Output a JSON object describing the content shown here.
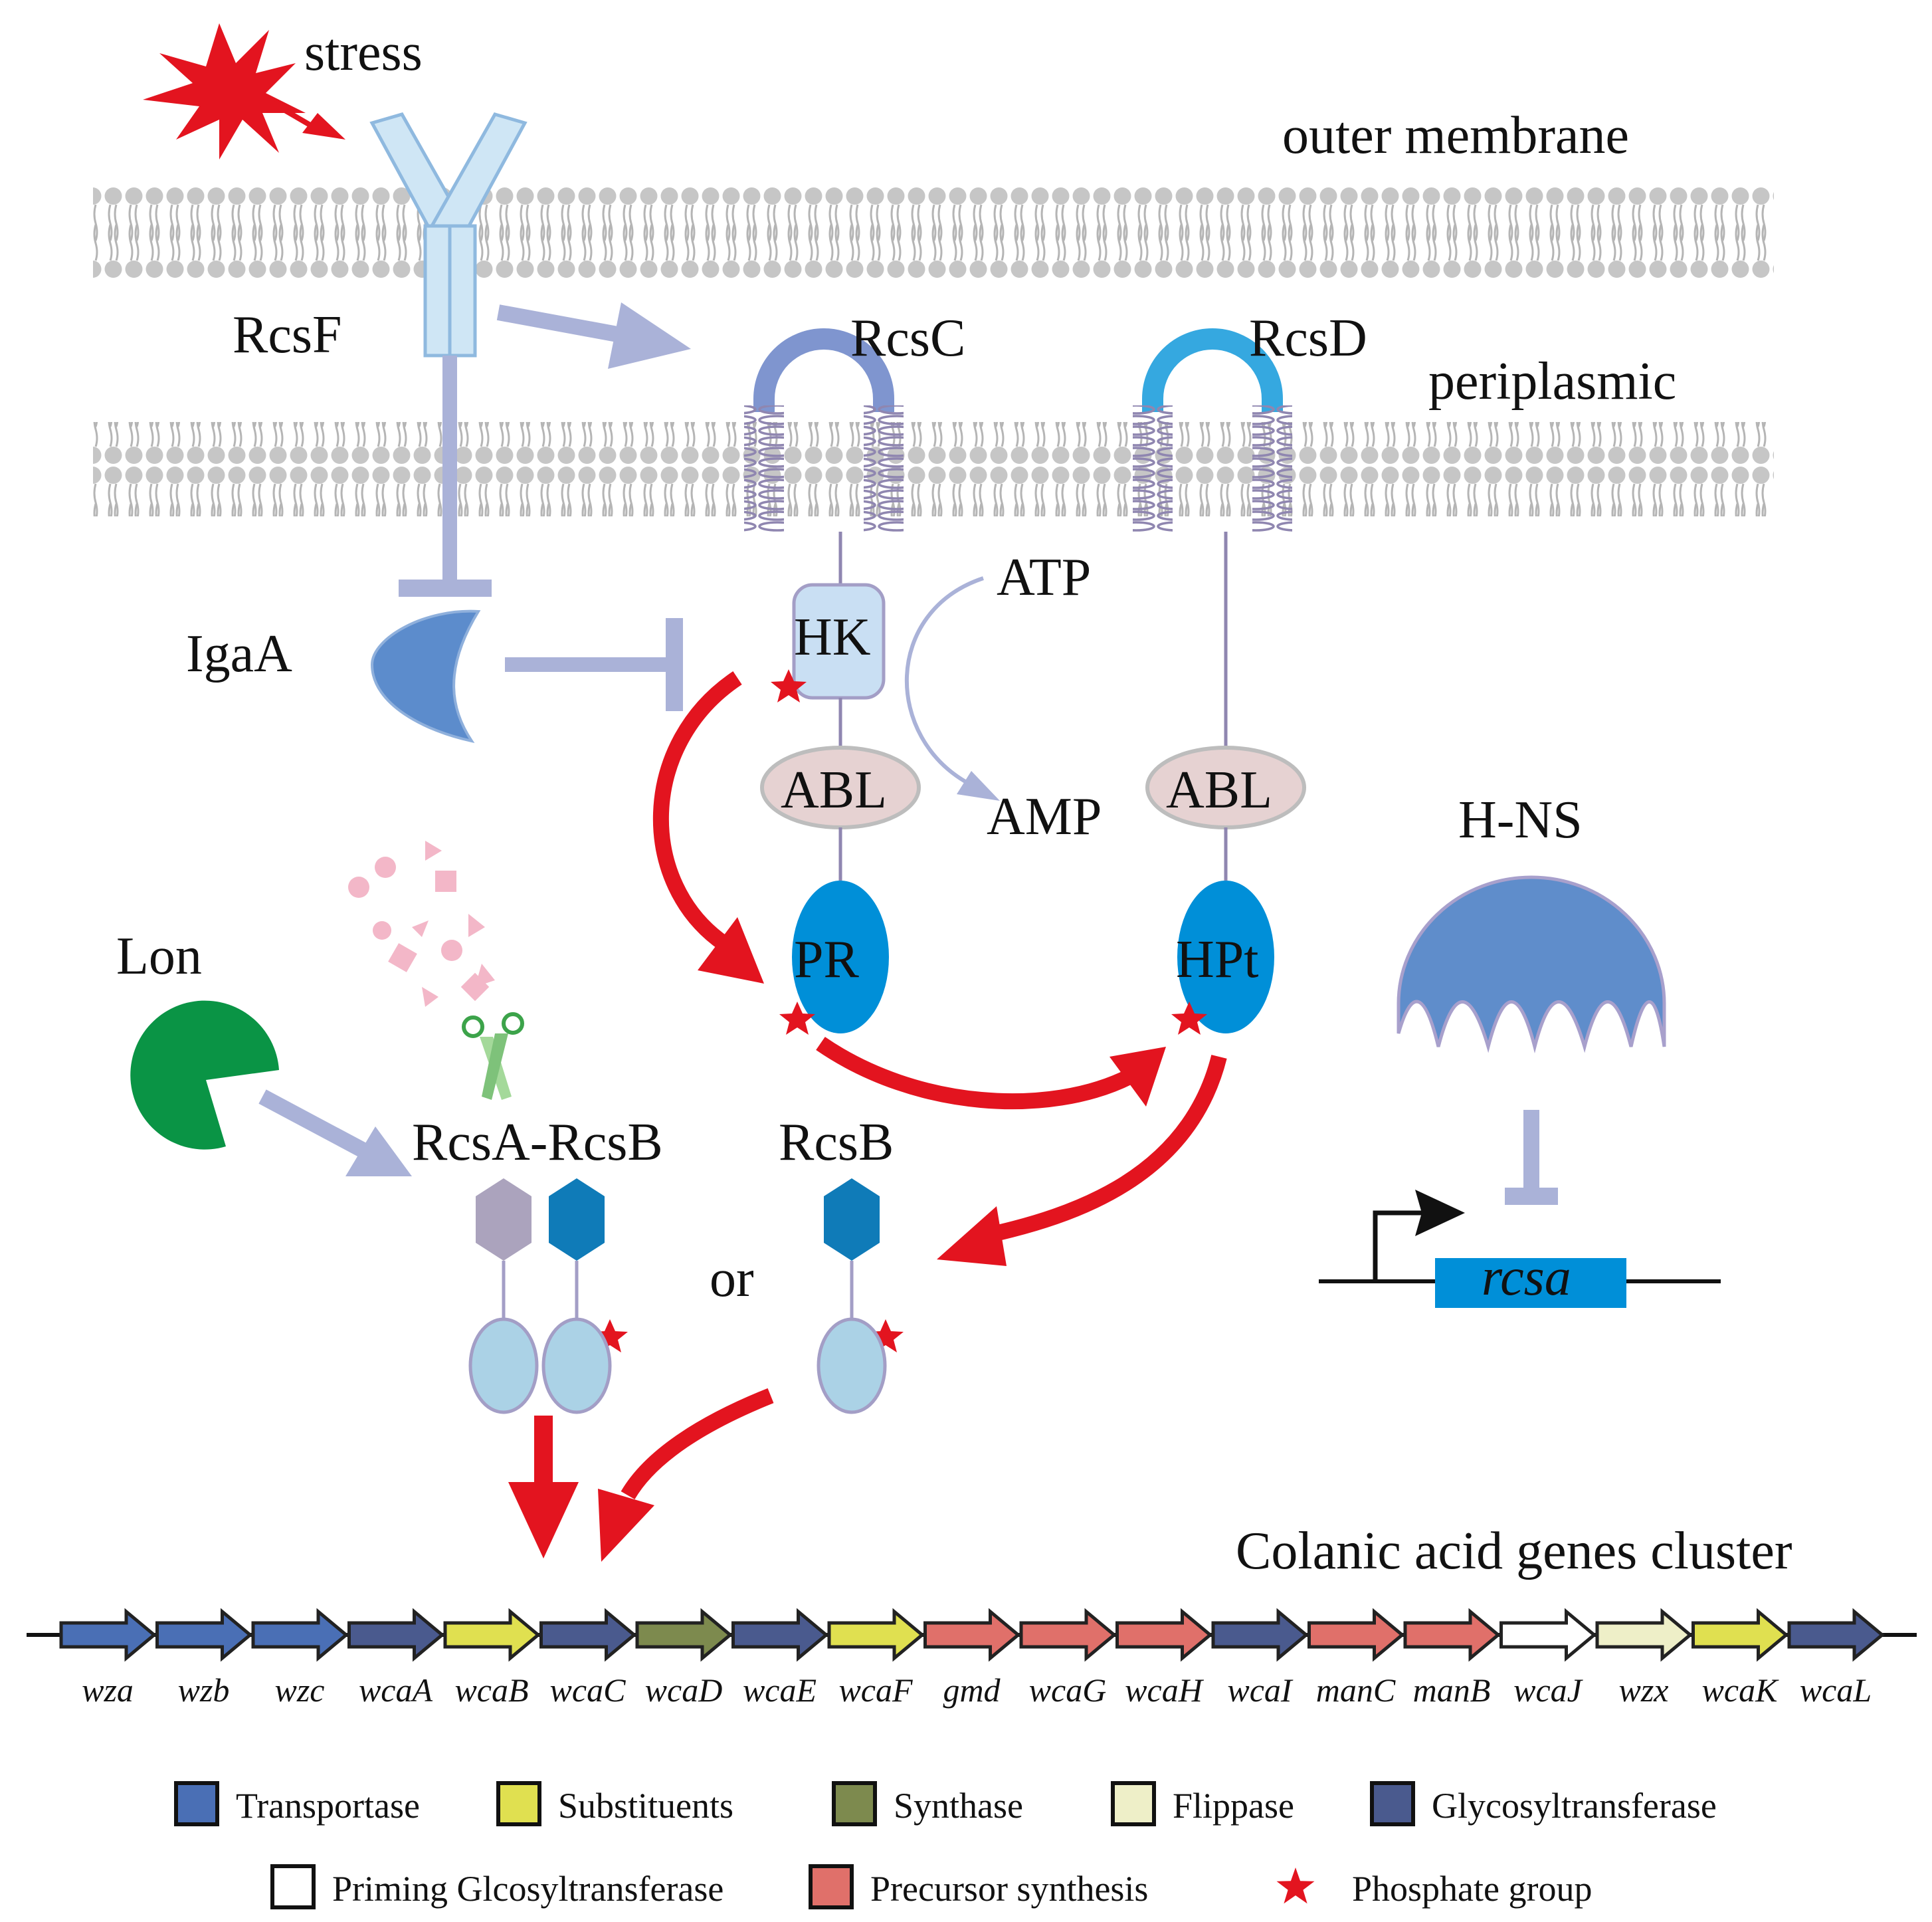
{
  "labels": {
    "stress": "stress",
    "outer_membrane": "outer membrane",
    "periplasmic": "periplasmic",
    "rcsf": "RcsF",
    "rcsc": "RcsC",
    "rcsd": "RcsD",
    "igaa": "IgaA",
    "atp": "ATP",
    "amp": "AMP",
    "hk": "HK",
    "abl_c": "ABL",
    "abl_d": "ABL",
    "pr": "PR",
    "hpt": "HPt",
    "hns": "H-NS",
    "lon": "Lon",
    "rcsa_rcsb": "RcsA-RcsB",
    "rcsb": "RcsB",
    "or": "or",
    "rcsa_gene": "rcsa",
    "cluster_title": "Colanic acid genes cluster"
  },
  "genes": [
    {
      "name": "wza",
      "category": "transportase"
    },
    {
      "name": "wzb",
      "category": "transportase"
    },
    {
      "name": "wzc",
      "category": "transportase"
    },
    {
      "name": "wcaA",
      "category": "glycosyltransferase"
    },
    {
      "name": "wcaB",
      "category": "substituents"
    },
    {
      "name": "wcaC",
      "category": "glycosyltransferase"
    },
    {
      "name": "wcaD",
      "category": "synthase"
    },
    {
      "name": "wcaE",
      "category": "glycosyltransferase"
    },
    {
      "name": "wcaF",
      "category": "substituents"
    },
    {
      "name": "gmd",
      "category": "precursor"
    },
    {
      "name": "wcaG",
      "category": "precursor"
    },
    {
      "name": "wcaH",
      "category": "precursor"
    },
    {
      "name": "wcaI",
      "category": "glycosyltransferase"
    },
    {
      "name": "manC",
      "category": "precursor"
    },
    {
      "name": "manB",
      "category": "precursor"
    },
    {
      "name": "wcaJ",
      "category": "priming"
    },
    {
      "name": "wzx",
      "category": "flippase"
    },
    {
      "name": "wcaK",
      "category": "substituents"
    },
    {
      "name": "wcaL",
      "category": "glycosyltransferase"
    }
  ],
  "legend": [
    {
      "label": "Transportase",
      "category": "transportase"
    },
    {
      "label": "Substituents",
      "category": "substituents"
    },
    {
      "label": "Synthase",
      "category": "synthase"
    },
    {
      "label": "Flippase",
      "category": "flippase"
    },
    {
      "label": "Glycosyltransferase",
      "category": "glycosyltransferase"
    },
    {
      "label": "Priming Glcosyltransferase",
      "category": "priming"
    },
    {
      "label": "Precursor synthesis",
      "category": "precursor"
    },
    {
      "label": "Phosphate group",
      "category": "phosphate"
    }
  ],
  "colors": {
    "transportase": "#4a6fb5",
    "substituents": "#e0e050",
    "synthase": "#7d8a4e",
    "flippase": "#eeefc8",
    "glycosyltransferase": "#4a5a8e",
    "priming": "#ffffff",
    "precursor": "#e0706a",
    "phosphate": "#e3141f",
    "signal_arrow": "#e3141f",
    "pale_arrow": "#aab2d8",
    "membrane": "#c4c4c4",
    "protein_blue": "#008fd8",
    "abl_fill": "#e6d2d2",
    "lon": "#0a9445",
    "igaa": "#5c8ccc",
    "hns": "#5f8dcb"
  }
}
